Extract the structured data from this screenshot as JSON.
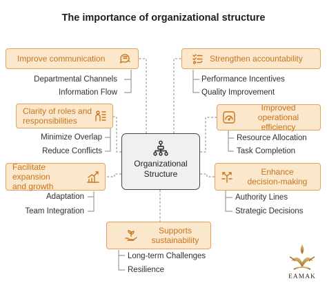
{
  "title": "The importance of organizational structure",
  "center": {
    "label_line1": "Organizational",
    "label_line2": "Structure",
    "icon": "org-chart-icon"
  },
  "nodes": [
    {
      "id": "improve-communication",
      "label": "Improve communication",
      "icon": "chat-bubble-icon",
      "items": [
        "Departmental Channels",
        "Information Flow"
      ]
    },
    {
      "id": "strengthen-accountability",
      "label": "Strengthen accountability",
      "icon": "checklist-icon",
      "items": [
        "Performance Incentives",
        "Quality Improvement"
      ]
    },
    {
      "id": "clarity-of-roles",
      "label_line1": "Clarity of roles and",
      "label_line2": "responsibilities",
      "icon": "person-tasks-icon",
      "items": [
        "Minimize Overlap",
        "Reduce Conflicts"
      ]
    },
    {
      "id": "improved-operational-efficiency",
      "label_line1": "Improved operational",
      "label_line2": "efficiency",
      "icon": "gauge-icon",
      "items": [
        "Resource Allocation",
        "Task Completion"
      ]
    },
    {
      "id": "facilitate-expansion",
      "label_line1": "Facilitate expansion",
      "label_line2": "and growth",
      "icon": "growth-chart-icon",
      "items": [
        "Adaptation",
        "Team Integration"
      ]
    },
    {
      "id": "enhance-decision-making",
      "label_line1": "Enhance",
      "label_line2": "decision-making",
      "icon": "split-arrows-icon",
      "items": [
        "Authority Lines",
        "Strategic Decisions"
      ]
    },
    {
      "id": "supports-sustainability",
      "label_line1": "Supports",
      "label_line2": "sustainability",
      "icon": "plant-hand-icon",
      "items": [
        "Long-term Challenges",
        "Resilience"
      ]
    }
  ],
  "logo": {
    "text": "EAMAK",
    "icon": "eamak-logo-icon"
  },
  "colors": {
    "box_fill": "#fbe7cc",
    "box_border": "#e4a15a",
    "box_text": "#c9741c",
    "center_fill": "#f0f0f0",
    "center_border": "#444444",
    "connector": "#9a9a9a"
  }
}
